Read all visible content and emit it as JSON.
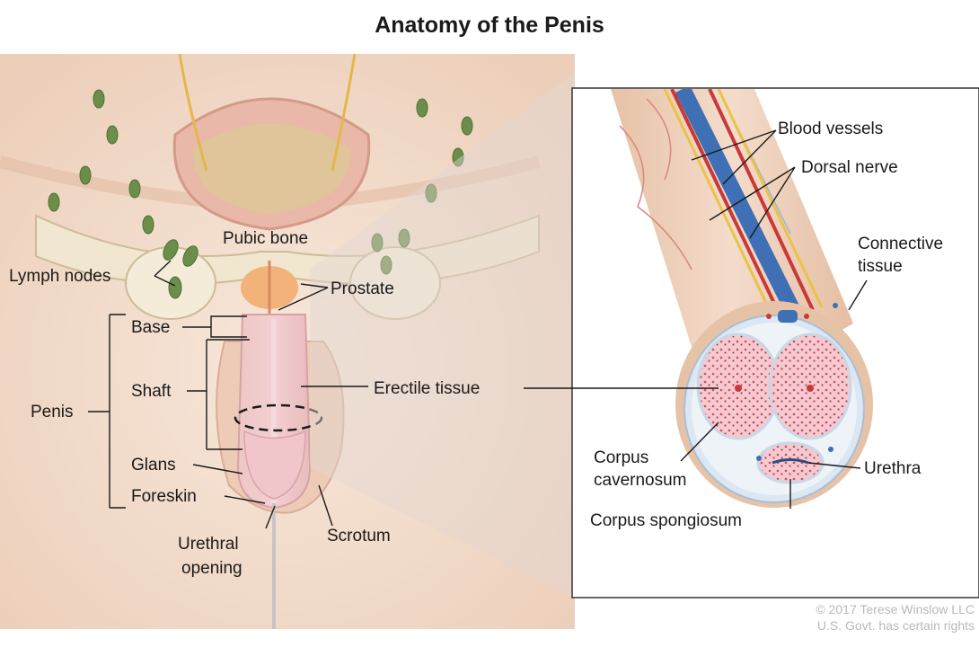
{
  "title": "Anatomy of the Penis",
  "labels": {
    "pubic_bone": "Pubic bone",
    "lymph_nodes": "Lymph nodes",
    "prostate": "Prostate",
    "base": "Base",
    "shaft": "Shaft",
    "penis": "Penis",
    "glans": "Glans",
    "foreskin": "Foreskin",
    "urethral_opening_1": "Urethral",
    "urethral_opening_2": "opening",
    "scrotum": "Scrotum",
    "erectile_tissue": "Erectile tissue",
    "blood_vessels": "Blood vessels",
    "dorsal_nerve": "Dorsal nerve",
    "connective_tissue_1": "Connective",
    "connective_tissue_2": "tissue",
    "corpus_cavernosum_1": "Corpus",
    "corpus_cavernosum_2": "cavernosum",
    "urethra": "Urethra",
    "corpus_spongiosum": "Corpus spongiosum"
  },
  "copyright": {
    "line1": "© 2017 Terese Winslow LLC",
    "line2": "U.S. Govt. has certain rights"
  },
  "colors": {
    "skin": "#f3d9c6",
    "tissue_pink": "#f0b8c4",
    "vein_blue": "#3f6fb5",
    "artery_red": "#c83a3a",
    "nerve_yellow": "#e8c34a",
    "lymph_green": "#6b8f4a"
  }
}
